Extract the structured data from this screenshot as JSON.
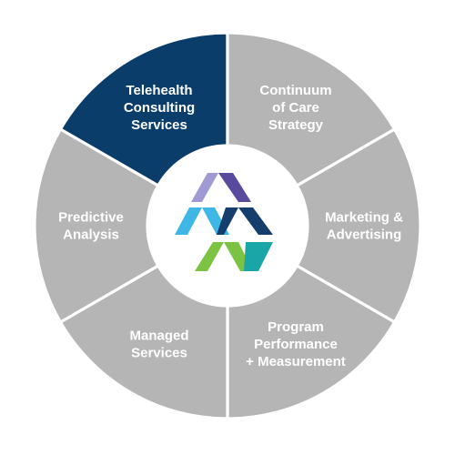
{
  "diagram": {
    "segments": [
      {
        "id": "telehealth",
        "lines": [
          "Telehealth",
          "Consulting",
          "Services"
        ],
        "fill": "#0b3d6b",
        "highlighted": true
      },
      {
        "id": "continuum",
        "lines": [
          "Continuum",
          "of Care",
          "Strategy"
        ],
        "fill": "#b5b5b5",
        "highlighted": false
      },
      {
        "id": "marketing",
        "lines": [
          "Marketing &",
          "Advertising"
        ],
        "fill": "#b5b5b5",
        "highlighted": false
      },
      {
        "id": "program",
        "lines": [
          "Program",
          "Performance",
          "+ Measurement"
        ],
        "fill": "#b5b5b5",
        "highlighted": false
      },
      {
        "id": "managed",
        "lines": [
          "Managed",
          "Services"
        ],
        "fill": "#b5b5b5",
        "highlighted": false
      },
      {
        "id": "predictive",
        "lines": [
          "Predictive",
          "Analysis"
        ],
        "fill": "#b5b5b5",
        "highlighted": false
      }
    ],
    "center_logo": {
      "name": "stacked-chevron-logo",
      "colors": {
        "purple_light": "#9f9ad3",
        "purple_dark": "#5a4a9e",
        "sky_blue": "#3eb6e6",
        "navy": "#163e6d",
        "lime": "#7cc243",
        "teal": "#1aa5a7"
      }
    },
    "colors": {
      "active_segment": "#0b3d6b",
      "inactive_segment": "#b5b5b5",
      "separator": "#ffffff",
      "label_text": "#ffffff"
    }
  }
}
